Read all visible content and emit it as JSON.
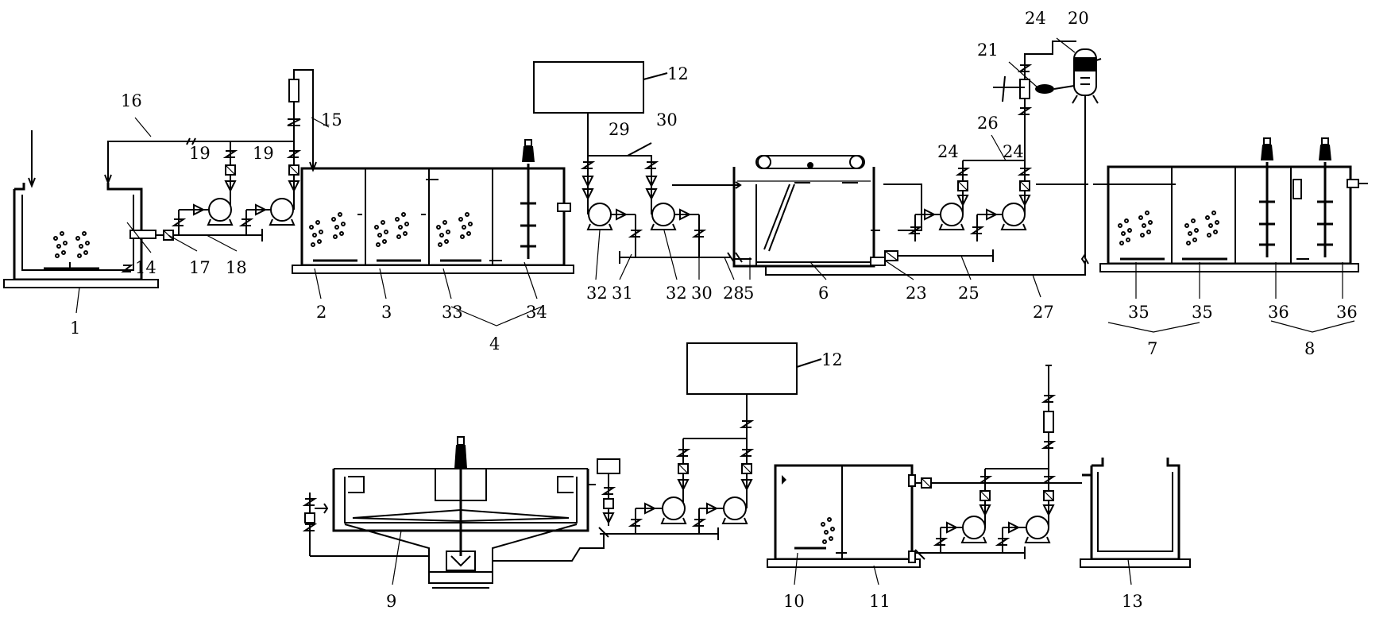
{
  "labels": {
    "n1": "1",
    "n2": "2",
    "n3": "3",
    "n4": "4",
    "n5": "5",
    "n6": "6",
    "n7": "7",
    "n8": "8",
    "n9": "9",
    "n10": "10",
    "n11": "11",
    "n12": "12",
    "n13": "13",
    "n14": "14",
    "n15": "15",
    "n16": "16",
    "n17": "17",
    "n18": "18",
    "n19": "19",
    "n20": "20",
    "n21": "21",
    "n23": "23",
    "n24": "24",
    "n25": "25",
    "n26": "26",
    "n27": "27",
    "n28": "28",
    "n29": "29",
    "n30": "30",
    "n31": "31",
    "n32": "32",
    "n33": "33",
    "n34": "34",
    "n35": "35",
    "n36": "36"
  }
}
